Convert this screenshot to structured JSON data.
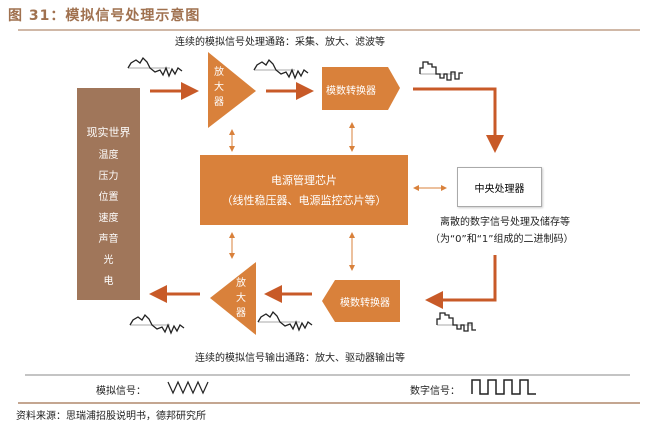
{
  "title": "图 31：模拟信号处理示意图",
  "top_path": "连续的模拟信号处理通路：采集、放大、滤波等",
  "bottom_path": "连续的模拟信号输出通路：放大、驱动器输出等",
  "real_world": {
    "title": "现实世界",
    "items": [
      "温度",
      "压力",
      "位置",
      "速度",
      "声音",
      "光",
      "电"
    ]
  },
  "amp_top": [
    "放",
    "大",
    "器"
  ],
  "amp_bottom": [
    "放",
    "大",
    "器"
  ],
  "adc": "模数转换器",
  "dac": "模数转换器",
  "power": {
    "line1": "电源管理芯片",
    "line2": "（线性稳压器、电源监控芯片等）"
  },
  "cpu": "中央处理器",
  "digital_desc": {
    "line1": "离散的数字信号处理及储存等",
    "line2": "（为“0”和“1”组成的二进制码）"
  },
  "legend": {
    "analog": "模拟信号：",
    "digital": "数字信号："
  },
  "source": "资料来源：思瑞浦招股说明书，德邦研究所",
  "colors": {
    "accent": "#d9813b",
    "brown": "#a0765a",
    "arrow": "#c85a28"
  }
}
